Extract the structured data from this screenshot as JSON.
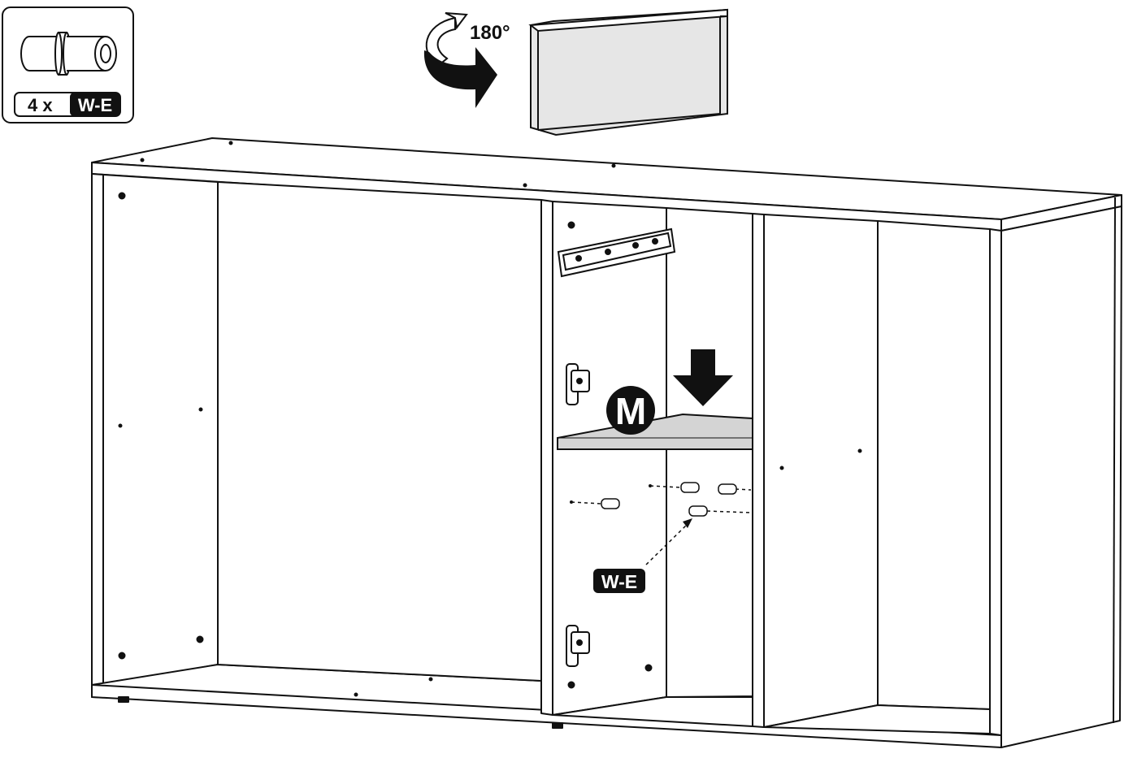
{
  "parts_box": {
    "quantity_prefix": "4 x",
    "part_code": "W-E"
  },
  "rotation": {
    "label": "180°"
  },
  "shelf_marker": {
    "letter": "M"
  },
  "callout": {
    "part_code": "W-E"
  },
  "colors": {
    "line": "#111111",
    "shelf_fill": "#d4d4d4",
    "box_fill": "#e6e6e6",
    "badge": "#111111",
    "badge_text": "#ffffff"
  },
  "icons": [
    "wooden-dowel-icon",
    "rotate-arrow-icon",
    "down-arrow-icon",
    "drawer-runner-icon",
    "hinge-plate-icon"
  ]
}
